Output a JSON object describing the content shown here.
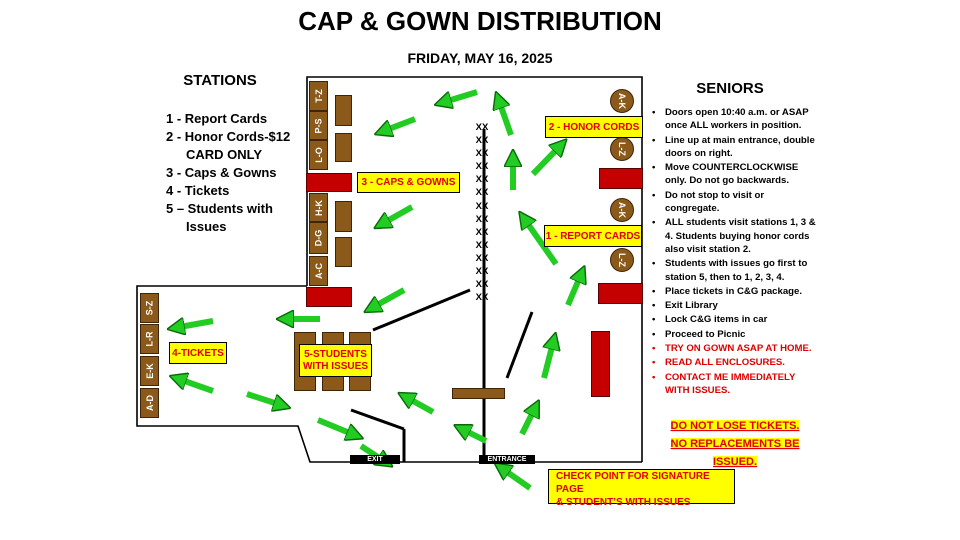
{
  "title": "CAP & GOWN DISTRIBUTION",
  "date": "FRIDAY, MAY 16, 2025",
  "stations": {
    "heading": "STATIONS",
    "lines": [
      "1 - Report Cards",
      "2 - Honor Cords-$12",
      "CARD ONLY",
      "3 - Caps & Gowns",
      "4 - Tickets",
      "5 – Students with",
      "Issues"
    ]
  },
  "seniors": {
    "heading": "SENIORS",
    "rules": [
      "Doors open 10:40 a.m. or ASAP once ALL workers in position.",
      "Line up at main entrance, double doors on right.",
      "Move COUNTERCLOCKWISE only. Do not go backwards.",
      "Do not stop to visit or congregate.",
      "ALL students visit stations 1, 3 & 4. Students buying honor cords also visit station 2.",
      "Students with issues go first to station 5, then to 1, 2, 3, 4.",
      "Place tickets in C&G package.",
      "Exit Library",
      "Lock C&G items in car",
      "Proceed to Picnic",
      "TRY ON GOWN ASAP AT HOME.",
      "READ ALL ENCLOSURES.",
      "CONTACT ME IMMEDIATELY WITH ISSUES."
    ],
    "red_rules_from_index": 10,
    "warning": [
      "DO NOT LOSE TICKETS.",
      "NO REPLACEMENTS BE",
      "ISSUED."
    ]
  },
  "map": {
    "labels": {
      "honor_cords": "2 - HONOR CORDS",
      "caps_gowns": "3 - CAPS & GOWNS",
      "report_cards": "1 - REPORT CARDS",
      "tickets": "4-TICKETS",
      "students_issues_1": "5-STUDENTS",
      "students_issues_2": "WITH ISSUES",
      "checkpoint_1": "CHECK POINT FOR SIGNATURE PAGE",
      "checkpoint_2": "& STUDENT’S WITH ISSUES"
    },
    "caps_bins": [
      "T-Z",
      "P-S",
      "L-O",
      "H-K",
      "D-G",
      "A-C"
    ],
    "ticket_bins": [
      "S-Z",
      "L-R",
      "E-K",
      "A-D"
    ],
    "circle_labels": [
      "A-K",
      "L-Z",
      "A-K",
      "L-Z"
    ],
    "doors": {
      "exit": "EXIT",
      "entrance": "ENTRANCE"
    },
    "barrier_mark": "XX",
    "barrier_count": 14
  },
  "colors": {
    "label_fill": "#ffff00",
    "label_text": "#e00000",
    "table_brown": "#8b5a1a",
    "table_red": "#c40000",
    "arrow_green": "#22cc22",
    "rule_red": "#e00000"
  }
}
